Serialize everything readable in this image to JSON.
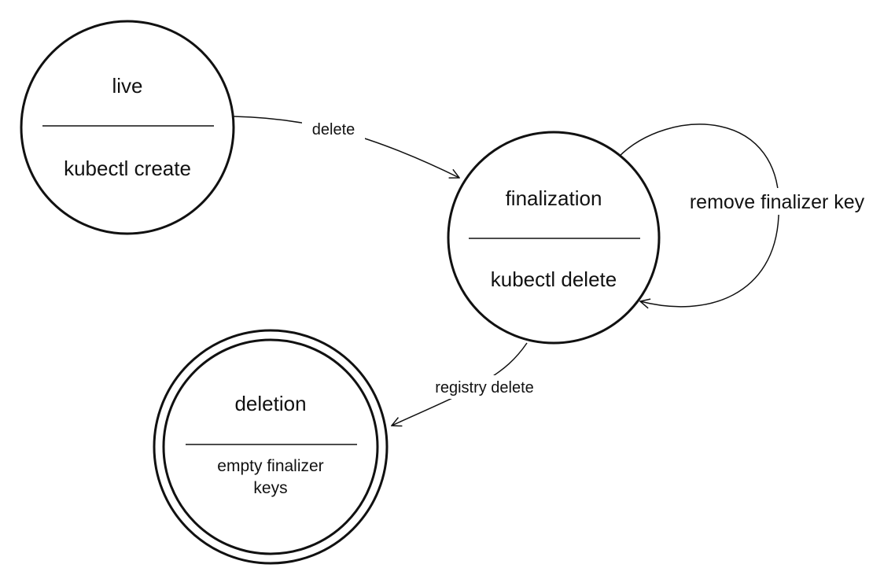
{
  "states": {
    "live": {
      "name": "live",
      "action": "kubectl create"
    },
    "finalization": {
      "name": "finalization",
      "action": "kubectl delete"
    },
    "deletion": {
      "name": "deletion",
      "action_line1": "empty finalizer",
      "action_line2": "keys"
    }
  },
  "transitions": {
    "live_to_finalization": "delete",
    "finalization_self": "remove finalizer key",
    "finalization_to_deletion": "registry delete"
  },
  "colors": {
    "stroke": "#111111",
    "background": "#ffffff"
  }
}
